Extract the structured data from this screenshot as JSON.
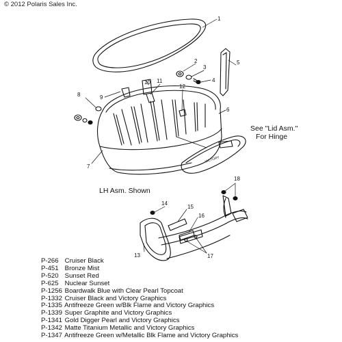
{
  "copyright": "© 2012 Polaris Sales Inc.",
  "callouts": [
    "1",
    "2",
    "3",
    "4",
    "5",
    "6",
    "7",
    "8",
    "9",
    "10",
    "11",
    "12",
    "13",
    "14",
    "15",
    "16",
    "17",
    "17",
    "18"
  ],
  "notes": {
    "lid_ref_line1": "See \"Lid Asm.\"",
    "lid_ref_line2": "For Hinge",
    "assembly_shown": "LH Asm. Shown",
    "badge_text": "VICTORY"
  },
  "color_codes": [
    {
      "code": "P-266",
      "name": "Cruiser Black"
    },
    {
      "code": "P-451",
      "name": "Bronze Mist"
    },
    {
      "code": "P-520",
      "name": "Sunset Red"
    },
    {
      "code": "P-625",
      "name": "Nuclear Sunset"
    },
    {
      "code": "P-1256",
      "name": "Boardwalk Blue with Clear Pearl Topcoat"
    },
    {
      "code": "P-1332",
      "name": "Cruiser Black and Victory Graphics"
    },
    {
      "code": "P-1335",
      "name": "Antifreeze Green w/Blk Flame and Victory Graphics"
    },
    {
      "code": "P-1339",
      "name": "Super Graphite and Victory Graphics"
    },
    {
      "code": "P-1341",
      "name": "Gold Digger Pearl and Victory Graphics"
    },
    {
      "code": "P-1342",
      "name": "Matte Titanium Metallic and Victory Graphics"
    },
    {
      "code": "P-1347",
      "name": "Antifreeze Green w/Metallic Blk Flame and Victory Graphics"
    }
  ]
}
